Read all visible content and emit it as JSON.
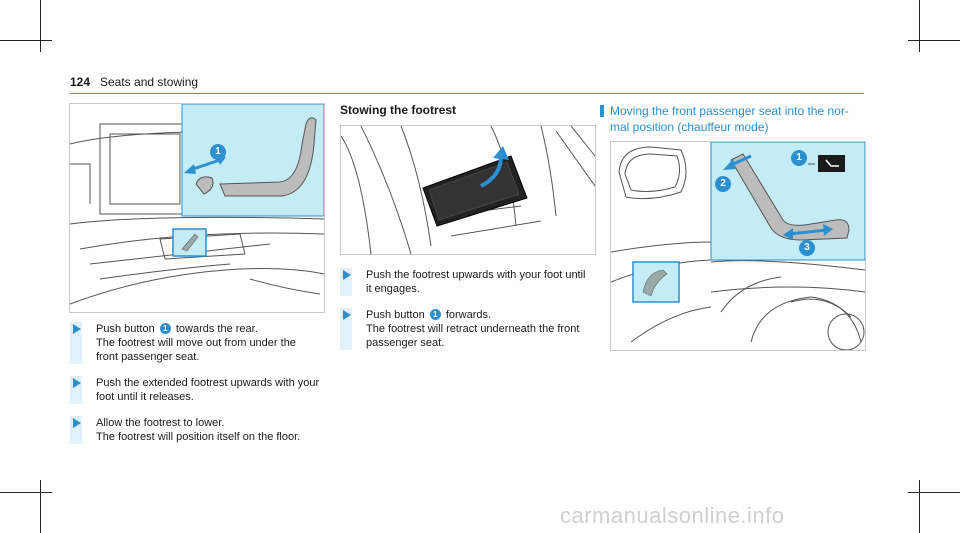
{
  "header": {
    "page_number": "124",
    "section": "Seats and stowing"
  },
  "left_column": {
    "steps": [
      {
        "pre": "Push button ",
        "badge": "1",
        "post": " towards the rear.",
        "line2": "The footrest will move out from under the",
        "line3": "front passenger seat."
      },
      {
        "line1": "Push the extended footrest upwards with your",
        "line2": "foot until it releases."
      },
      {
        "line1": "Allow the footrest to lower.",
        "line2": "The footrest will position itself on the floor."
      }
    ],
    "figure_badge": "1"
  },
  "middle_column": {
    "title": "Stowing the footrest",
    "steps": [
      {
        "line1": "Push the footrest upwards with your foot until",
        "line2": "it engages."
      },
      {
        "pre": "Push button ",
        "badge": "1",
        "post": " forwards.",
        "line2": "The footrest will retract underneath the front",
        "line3": "passenger seat."
      }
    ]
  },
  "right_column": {
    "title_line1": "Moving the front passenger seat into the nor-",
    "title_line2": "mal position (chauffeur mode)",
    "figure_badges": [
      "1",
      "2",
      "3"
    ]
  },
  "watermark": "carmanualsonline.info",
  "colors": {
    "accent": "#2b8fd0",
    "highlight_panel": "#c4ecf7",
    "step_bar": "#e0f1fb"
  }
}
